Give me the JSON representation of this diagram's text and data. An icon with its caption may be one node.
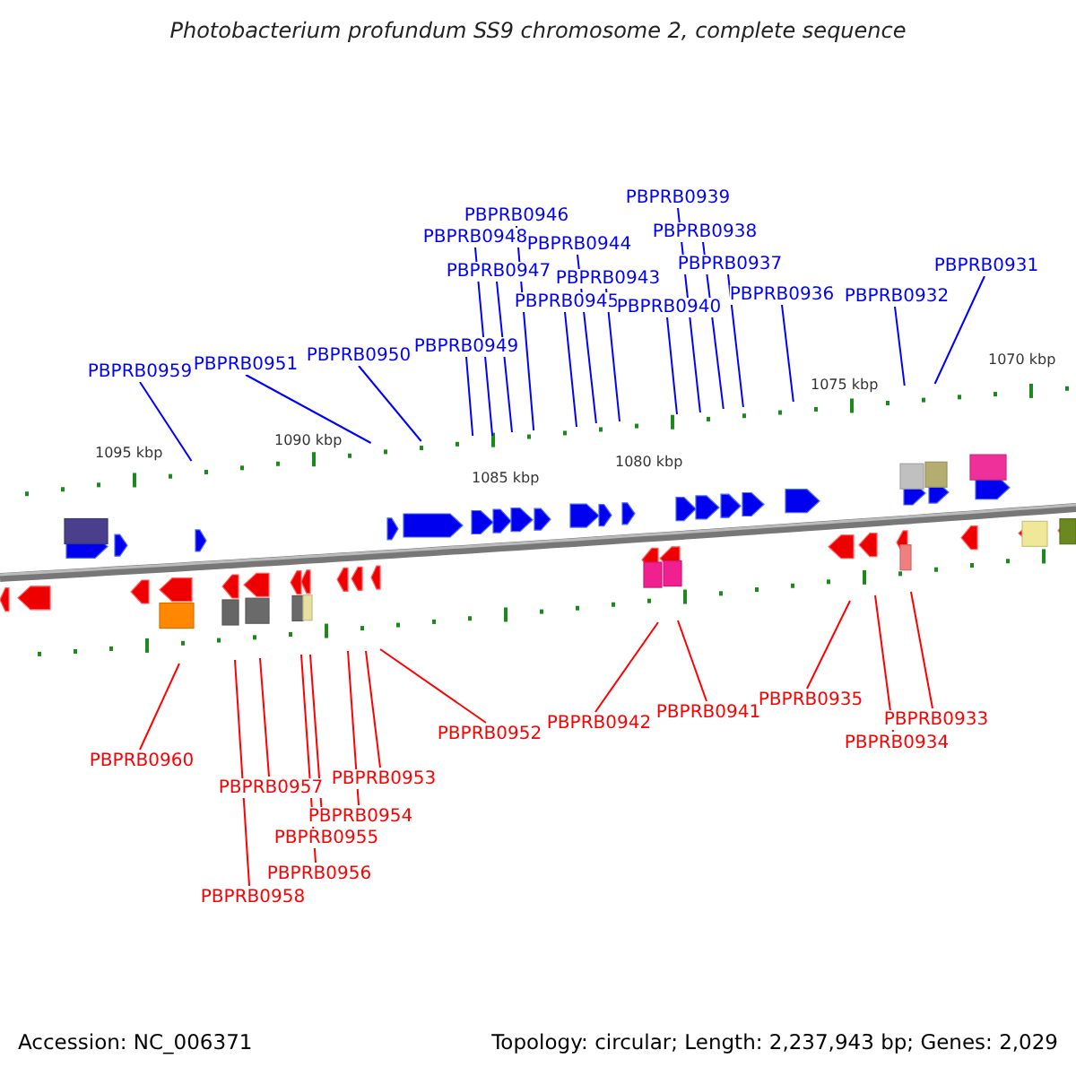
{
  "diagram": {
    "title": "Photobacterium profundum SS9 chromosome 2, complete sequence",
    "nodes": [
      {
        "text": [
          "PBPRB0946"
        ]
      },
      {
        "text": [
          "PBPRB0939"
        ]
      },
      {
        "text": [
          "PBPRB0948"
        ]
      },
      {
        "text": [
          "PBPRB0938"
        ]
      },
      {
        "text": [
          "PBPRB0944"
        ]
      },
      {
        "text": [
          "PBPRB0937"
        ]
      },
      {
        "text": [
          "PBPRB0931"
        ]
      },
      {
        "text": [
          "PBPRB0947"
        ]
      },
      {
        "text": [
          "PBPRB0943"
        ]
      },
      {
        "text": [
          "PBPRB0945"
        ]
      },
      {
        "text": [
          "PBPRB0936"
        ]
      },
      {
        "text": [
          "PBPRB0932"
        ]
      },
      {
        "text": [
          "PBPRB0940"
        ]
      },
      {
        "text": [
          "PBPRB0949"
        ]
      },
      {
        "text": [
          "PBPRB0950"
        ]
      },
      {
        "text": [
          "PBPRB0951"
        ]
      },
      {
        "text": [
          "PBPRB0959"
        ]
      },
      {
        "text": [
          "PBPRB0935"
        ]
      },
      {
        "text": [
          "PBPRB0941"
        ]
      },
      {
        "text": [
          "PBPRB0933"
        ]
      },
      {
        "text": [
          "PBPRB0942"
        ]
      },
      {
        "text": [
          "PBPRB0952"
        ]
      },
      {
        "text": [
          "PBPRB0934"
        ]
      },
      {
        "text": [
          "PBPRB0960"
        ]
      },
      {
        "text": [
          "PBPRB0953"
        ]
      },
      {
        "text": [
          "PBPRB0957"
        ]
      },
      {
        "text": [
          "PBPRB0954"
        ]
      },
      {
        "text": [
          "PBPRB0955"
        ]
      },
      {
        "text": [
          "PBPRB0956"
        ]
      },
      {
        "text": [
          "PBPRB0958"
        ]
      }
    ],
    "edges": [
      {
        "from": 0,
        "to": null,
        "arrow": "none"
      },
      {
        "from": 1,
        "to": null,
        "arrow": "none"
      },
      {
        "from": 2,
        "to": null,
        "arrow": "none"
      },
      {
        "from": 3,
        "to": null,
        "arrow": "none"
      },
      {
        "from": 4,
        "to": null,
        "arrow": "none"
      },
      {
        "from": 5,
        "to": null,
        "arrow": "none"
      },
      {
        "from": 6,
        "to": null,
        "arrow": "none"
      },
      {
        "from": 7,
        "to": null,
        "arrow": "none"
      },
      {
        "from": 8,
        "to": null,
        "arrow": "none"
      },
      {
        "from": 9,
        "to": null,
        "arrow": "none"
      },
      {
        "from": 10,
        "to": null,
        "arrow": "none"
      },
      {
        "from": 11,
        "to": null,
        "arrow": "none"
      },
      {
        "from": 12,
        "to": null,
        "arrow": "none"
      },
      {
        "from": 13,
        "to": null,
        "arrow": "none"
      },
      {
        "from": 14,
        "to": null,
        "arrow": "none"
      },
      {
        "from": 15,
        "to": null,
        "arrow": "none"
      },
      {
        "from": 16,
        "to": null,
        "arrow": "none"
      },
      {
        "from": 17,
        "to": null,
        "arrow": "none",
        "color": "#ff0000"
      },
      {
        "from": 18,
        "to": null,
        "arrow": "none",
        "color": "#ff0000"
      },
      {
        "from": 19,
        "to": null,
        "arrow": "none",
        "color": "#ff0000"
      },
      {
        "from": 20,
        "to": null,
        "arrow": "none",
        "color": "#ff0000"
      },
      {
        "from": 21,
        "to": null,
        "arrow": "none",
        "color": "#ff0000"
      },
      {
        "from": 22,
        "to": null,
        "arrow": "none",
        "color": "#ff0000"
      },
      {
        "from": 23,
        "to": null,
        "arrow": "none",
        "color": "#ff0000"
      },
      {
        "from": 24,
        "to": null,
        "arrow": "none",
        "color": "#ff0000"
      },
      {
        "from": 25,
        "to": null,
        "arrow": "none",
        "color": "#ff0000"
      },
      {
        "from": 26,
        "to": null,
        "arrow": "none",
        "color": "#ff0000"
      },
      {
        "from": 27,
        "to": null,
        "arrow": "none",
        "color": "#ff0000"
      },
      {
        "from": 28,
        "to": null,
        "arrow": "none",
        "color": "#ff0000"
      },
      {
        "from": 29,
        "to": null,
        "arrow": "none",
        "color": "#ff0000"
      }
    ],
    "labels": [
      "1070 kbp",
      "1075 kbp",
      "1080 kbp",
      "1085 kbp",
      "1090 kbp",
      "1095 kbp",
      "Accession: NC_006371",
      "Topology: circular; Length: 2,237,943 bp; Genes: 2,029"
    ]
  }
}
